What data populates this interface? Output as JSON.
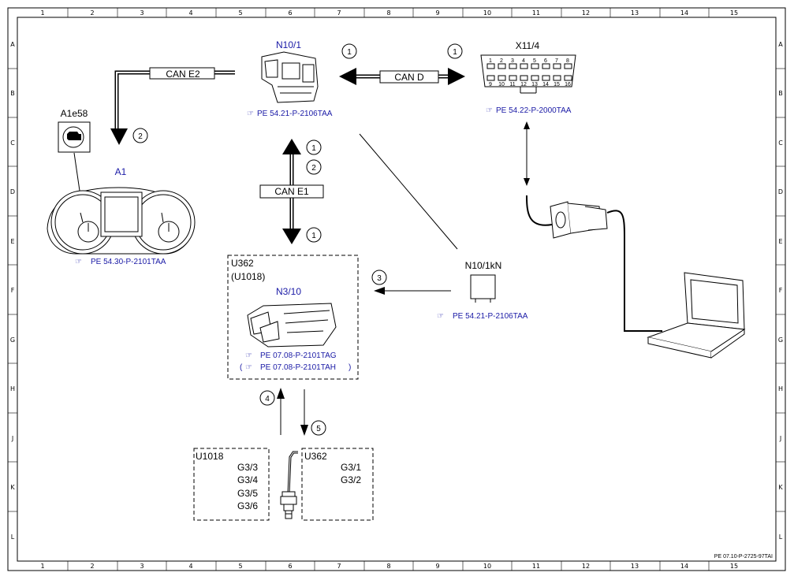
{
  "grid": {
    "columns": [
      "1",
      "2",
      "3",
      "4",
      "5",
      "6",
      "7",
      "8",
      "9",
      "10",
      "11",
      "12",
      "13",
      "14",
      "15"
    ],
    "rows": [
      "A",
      "B",
      "C",
      "D",
      "E",
      "F",
      "G",
      "H",
      "J",
      "K",
      "L"
    ]
  },
  "labels": {
    "can_e2": "CAN E2",
    "can_d": "CAN D",
    "can_e1": "CAN E1",
    "n10_1": "N10/1",
    "x11_4": "X11/4",
    "a1e58": "A1e58",
    "a1": "A1",
    "n10_1kn": "N10/1kN",
    "u362_l1": "U362",
    "u362_l2": "(U1018)",
    "n3_10": "N3/10",
    "u1018_box_title": "U1018",
    "u362_box_title": "U362",
    "g3_3": "G3/3",
    "g3_4": "G3/4",
    "g3_5": "G3/5",
    "g3_6": "G3/6",
    "g3_1": "G3/1",
    "g3_2": "G3/2"
  },
  "refs": {
    "n10_1": "PE 54.21-P-2106TAA",
    "x11_4": "PE 54.22-P-2000TAA",
    "a1": "PE 54.30-P-2101TAA",
    "n10_1kn": "PE 54.21-P-2106TAA",
    "n3_10_a": "PE 07.08-P-2101TAG",
    "n3_10_b": "PE 07.08-P-2101TAH",
    "paren_open": "(",
    "paren_close": ")"
  },
  "callouts": {
    "c_cand_left": "1",
    "c_cand_right": "1",
    "c_cane2": "2",
    "c_cane1_top1": "1",
    "c_cane1_top2": "2",
    "c_cane1_bottom": "1",
    "c_relay": "3",
    "c_up": "4",
    "c_down": "5"
  },
  "obd_pins_top": [
    "1",
    "2",
    "3",
    "4",
    "5",
    "6",
    "7",
    "8"
  ],
  "obd_pins_bottom": [
    "9",
    "10",
    "11",
    "12",
    "13",
    "14",
    "15",
    "16"
  ],
  "footer": "PE 07.10-P-2725-97TAI",
  "colors": {
    "line": "#000000",
    "blue": "#1a1aa6",
    "gray": "#888888"
  }
}
